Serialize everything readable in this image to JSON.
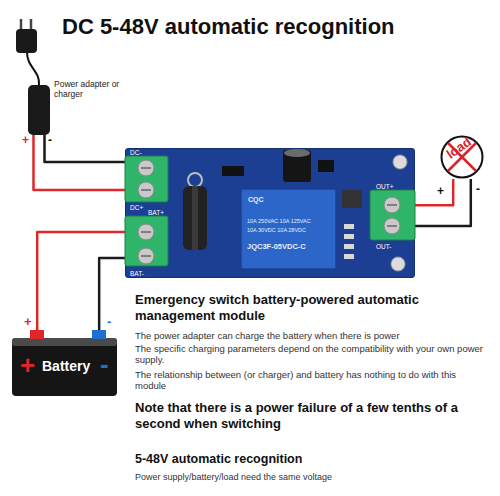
{
  "diagram": {
    "title": "DC 5-48V automatic recognition",
    "nodes": [
      {
        "text": [
          "Power adapter or charger"
        ]
      },
      {
        "text": [
          "DC-",
          "DC+",
          "BAT+",
          "BAT-",
          "OUT+",
          "OUT-"
        ]
      },
      {
        "text": [
          "CQC",
          "10A 250VAC 10A 125VAC",
          "10A 30VDC 10A 28VDC",
          "JQC3F-05VDC-C"
        ],
        "in": 1
      },
      {
        "text": [
          "load"
        ]
      },
      {
        "text": [
          "+",
          "Battery",
          "-"
        ]
      }
    ],
    "edges": [
      {
        "from": 0,
        "to": 1,
        "arrow": "none"
      },
      {
        "from": 0,
        "to": 1,
        "arrow": "none"
      },
      {
        "from": 1,
        "to": 3,
        "arrow": "none"
      },
      {
        "from": 1,
        "to": 3,
        "arrow": "none"
      },
      {
        "from": 4,
        "to": 1,
        "arrow": "none"
      },
      {
        "from": 4,
        "to": 1,
        "arrow": "none"
      }
    ],
    "labels": [
      "+",
      "-",
      "+",
      "-",
      "+",
      "-",
      "Emergency switch battery-powered automatic management module",
      "The power adapter can charge the battery when there is power",
      "The specific charging parameters depend on the compatibility with your own power supply.",
      "The relationship between (or charger) and battery has nothing to do with this module",
      "Note that there is a power failure of a few tenths of a second when switching",
      "5-48V automatic recognition",
      "Power supply/battery/load need the same voltage"
    ]
  }
}
